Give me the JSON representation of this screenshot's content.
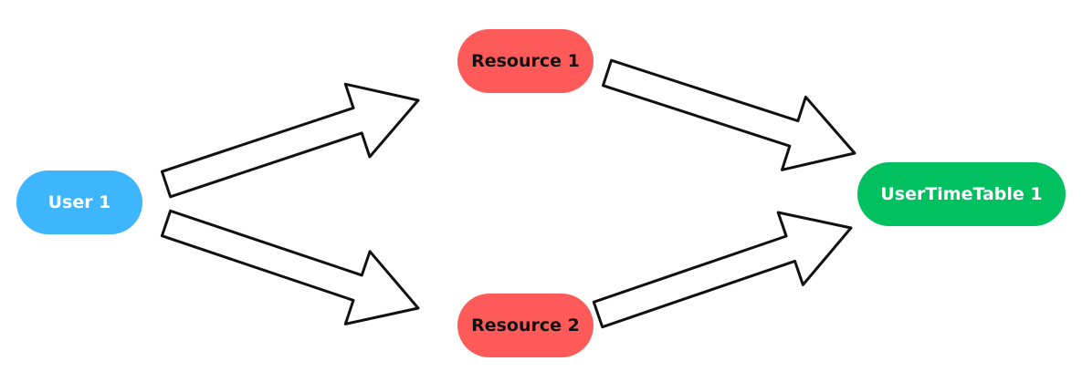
{
  "nodes": {
    "user": {
      "label": "User 1",
      "color": "#3db5ff"
    },
    "resource1": {
      "label": "Resource 1",
      "color": "#ff5a5a"
    },
    "resource2": {
      "label": "Resource 2",
      "color": "#ff5a5a"
    },
    "usertimetable": {
      "label": "UserTimeTable 1",
      "color": "#00c060"
    }
  },
  "edges": [
    {
      "from": "User 1",
      "to": "Resource 1"
    },
    {
      "from": "User 1",
      "to": "Resource 2"
    },
    {
      "from": "Resource 1",
      "to": "UserTimeTable 1"
    },
    {
      "from": "Resource 2",
      "to": "UserTimeTable 1"
    }
  ],
  "style": {
    "arrow_fill": "#ffffff",
    "arrow_stroke": "#111111"
  }
}
